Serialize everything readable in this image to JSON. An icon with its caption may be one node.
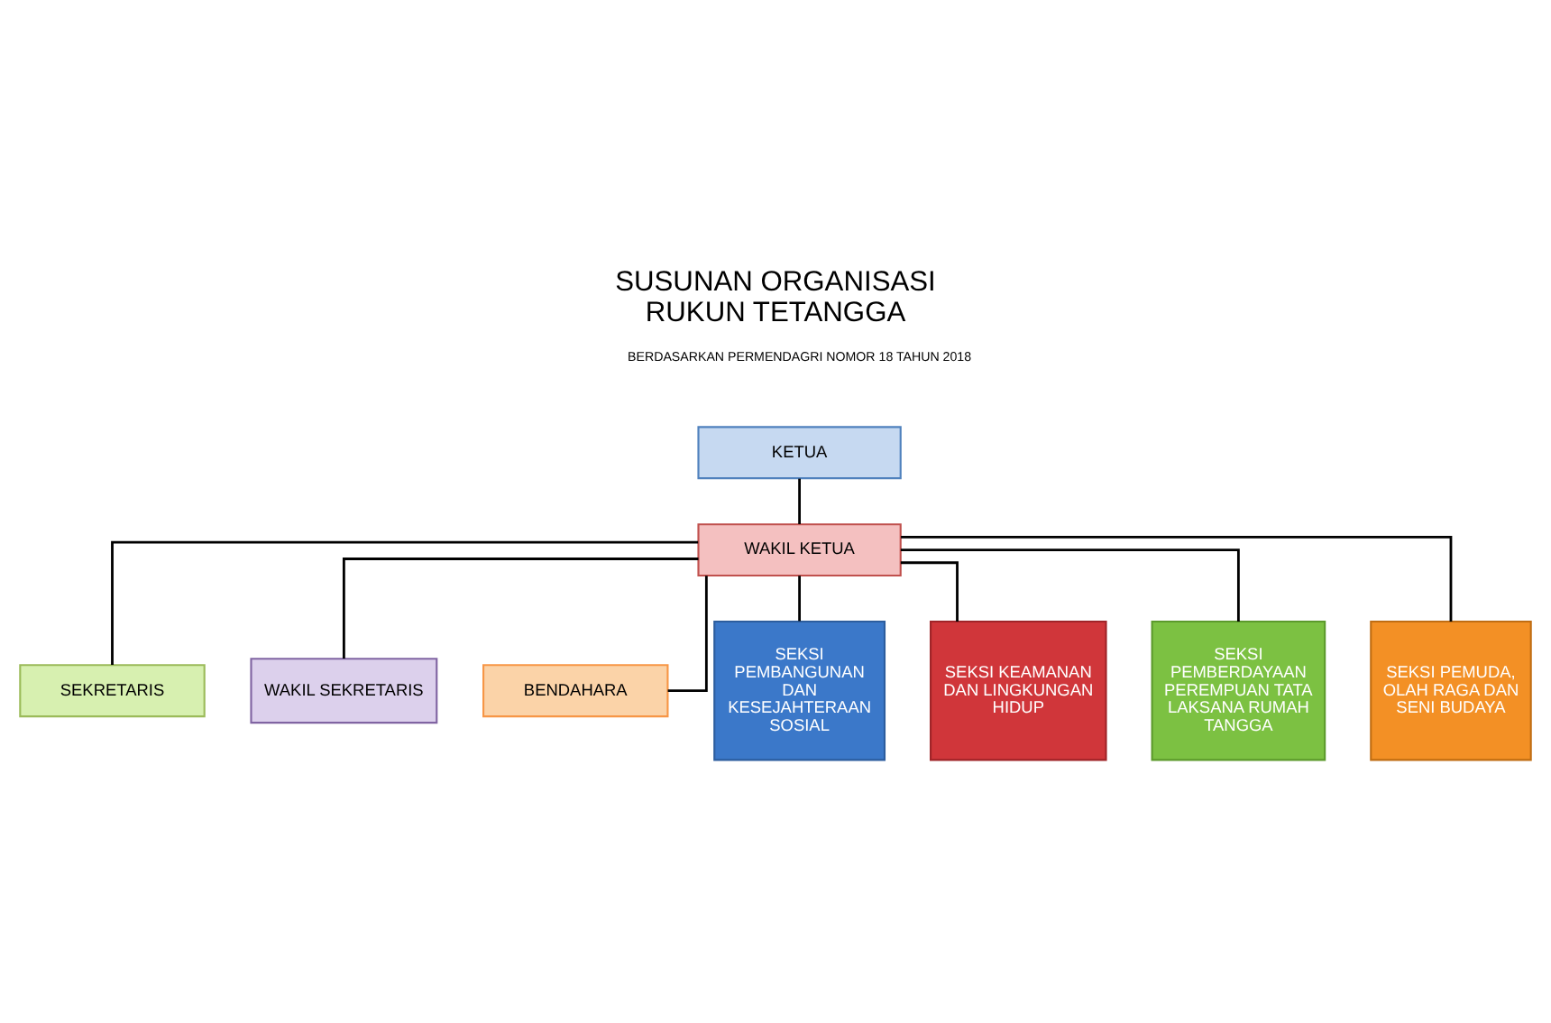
{
  "diagram": {
    "title": "SUSUNAN ORGANISASI RUKUN TETANGGA",
    "nodes": [
      {
        "text": [
          "KETUA"
        ]
      },
      {
        "text": [
          "WAKIL KETUA"
        ]
      },
      {
        "text": [
          "SEKRETARIS"
        ]
      },
      {
        "text": [
          "WAKIL SEKRETARIS"
        ]
      },
      {
        "text": [
          "BENDAHARA"
        ]
      },
      {
        "text": [
          "SEKSI PEMBANGUNAN DAN KESEJAHTERAAN SOSIAL"
        ]
      },
      {
        "text": [
          "SEKSI KEAMANAN DAN LINGKUNGAN HIDUP"
        ]
      },
      {
        "text": [
          "SEKSI PEMBERDAYAAN PEREMPUAN TATA LAKSANA RUMAH TANGGA"
        ]
      },
      {
        "text": [
          "SEKSI PEMUDA, OLAH RAGA DAN SENI BUDAYA"
        ]
      }
    ],
    "edges": [
      {
        "from": 0,
        "to": 1,
        "arrow": "none"
      },
      {
        "from": 1,
        "to": 2,
        "arrow": "none"
      },
      {
        "from": 1,
        "to": 3,
        "arrow": "none"
      },
      {
        "from": 1,
        "to": 4,
        "arrow": "none"
      },
      {
        "from": 1,
        "to": 5,
        "arrow": "none"
      },
      {
        "from": 1,
        "to": 6,
        "arrow": "none"
      },
      {
        "from": 1,
        "to": 7,
        "arrow": "none"
      },
      {
        "from": 1,
        "to": 8,
        "arrow": "none"
      }
    ],
    "labels": [
      "BERDASARKAN PERMENDAGRI NOMOR 18 TAHUN 2018"
    ]
  }
}
